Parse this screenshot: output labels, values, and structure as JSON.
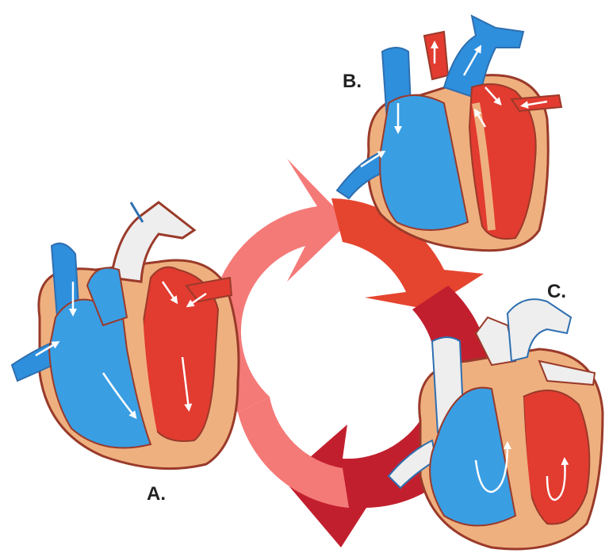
{
  "diagram": {
    "labels": {
      "a": "A.",
      "b": "B.",
      "c": "C."
    },
    "colors": {
      "arrow_light": "#f47a78",
      "arrow_mid": "#e5452f",
      "arrow_dark": "#c21f2e",
      "oxygenated": "#e23b30",
      "deoxygenated": "#2e8fdc",
      "muscle": "#efb07f",
      "outline": "#9a3a2a",
      "neutral": "#eeeeee"
    },
    "icons": [
      "cycle-arrows",
      "heart-diagram-a",
      "heart-diagram-b",
      "heart-diagram-c",
      "flow-arrow"
    ]
  }
}
